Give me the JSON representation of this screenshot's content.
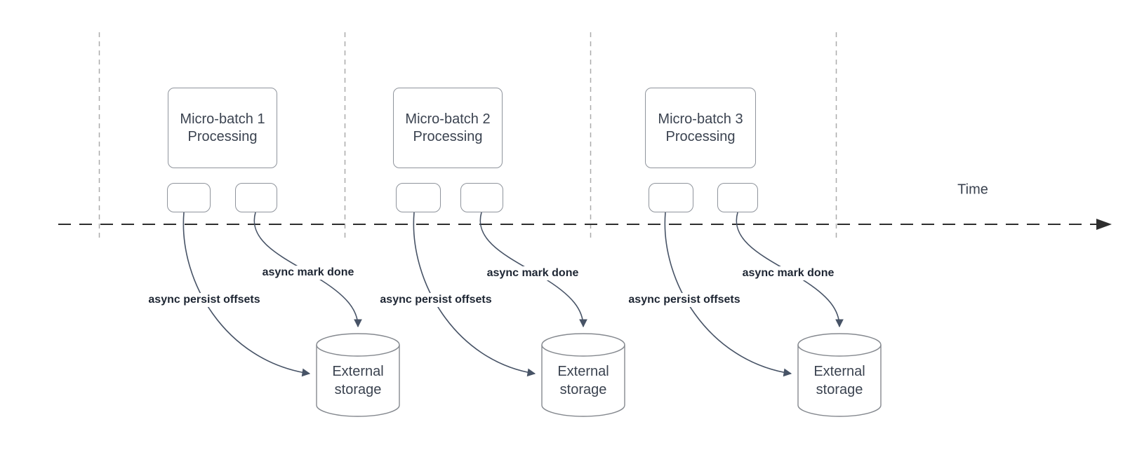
{
  "timeline": {
    "label": "Time"
  },
  "groups": [
    {
      "batch_title": "Micro-batch 1 Processing",
      "persist_label": "async persist offsets",
      "mark_done_label": "async mark done",
      "storage_label": "External storage"
    },
    {
      "batch_title": "Micro-batch 2 Processing",
      "persist_label": "async persist offsets",
      "mark_done_label": "async mark done",
      "storage_label": "External storage"
    },
    {
      "batch_title": "Micro-batch 3 Processing",
      "persist_label": "async persist offsets",
      "mark_done_label": "async mark done",
      "storage_label": "External storage"
    }
  ],
  "colors": {
    "background": "#ffffff",
    "shape_border": "#8f949c",
    "shape_text": "#3b4350",
    "annotation_text": "#1e2633",
    "arrow": "#475366",
    "timeline": "#2e2e2e",
    "gridline": "#ababab"
  }
}
